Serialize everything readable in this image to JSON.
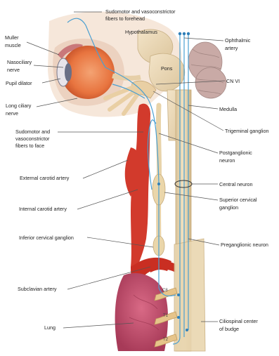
{
  "labels": {
    "sudomotor_forehead_1": "Sudomotor and vasoconstrictor",
    "sudomotor_forehead_2": "fibers to forehead",
    "hypothalamus": "Hypothalamus",
    "muller_1": "Muller",
    "muller_2": "muscle",
    "nasociliary_1": "Nasociliary",
    "nasociliary_2": "nerve",
    "pupil_dilator": "Pupil dilator",
    "long_ciliary_1": "Long ciliary",
    "long_ciliary_2": "nerve",
    "sudomotor_face_1": "Sudomotor and",
    "sudomotor_face_2": "vasoconstrictor",
    "sudomotor_face_3": "fibers to face",
    "external_carotid": "External carotid artery",
    "internal_carotid": "Internal carotid artery",
    "inferior_cervical": "Inferior cervical ganglion",
    "subclavian": "Subclavian artery",
    "lung": "Lung",
    "ophthalmic_1": "Ophthalmic",
    "ophthalmic_2": "artery",
    "pons": "Pons",
    "cn_vi": "CN VI",
    "medulla": "Medulla",
    "trigeminal": "Trigeminal ganglion",
    "postganglionic_1": "Postganglionic",
    "postganglionic_2": "neuron",
    "central_neuron": "Central neuron",
    "superior_cervical_1": "Superior cervical",
    "superior_cervical_2": "ganglion",
    "preganglionic": "Preganglionic neuron",
    "ciliospinal_1": "Ciliospinal center",
    "ciliospinal_2": "of budge",
    "c8": "C8",
    "t1": "T1",
    "t2": "T2"
  }
}
